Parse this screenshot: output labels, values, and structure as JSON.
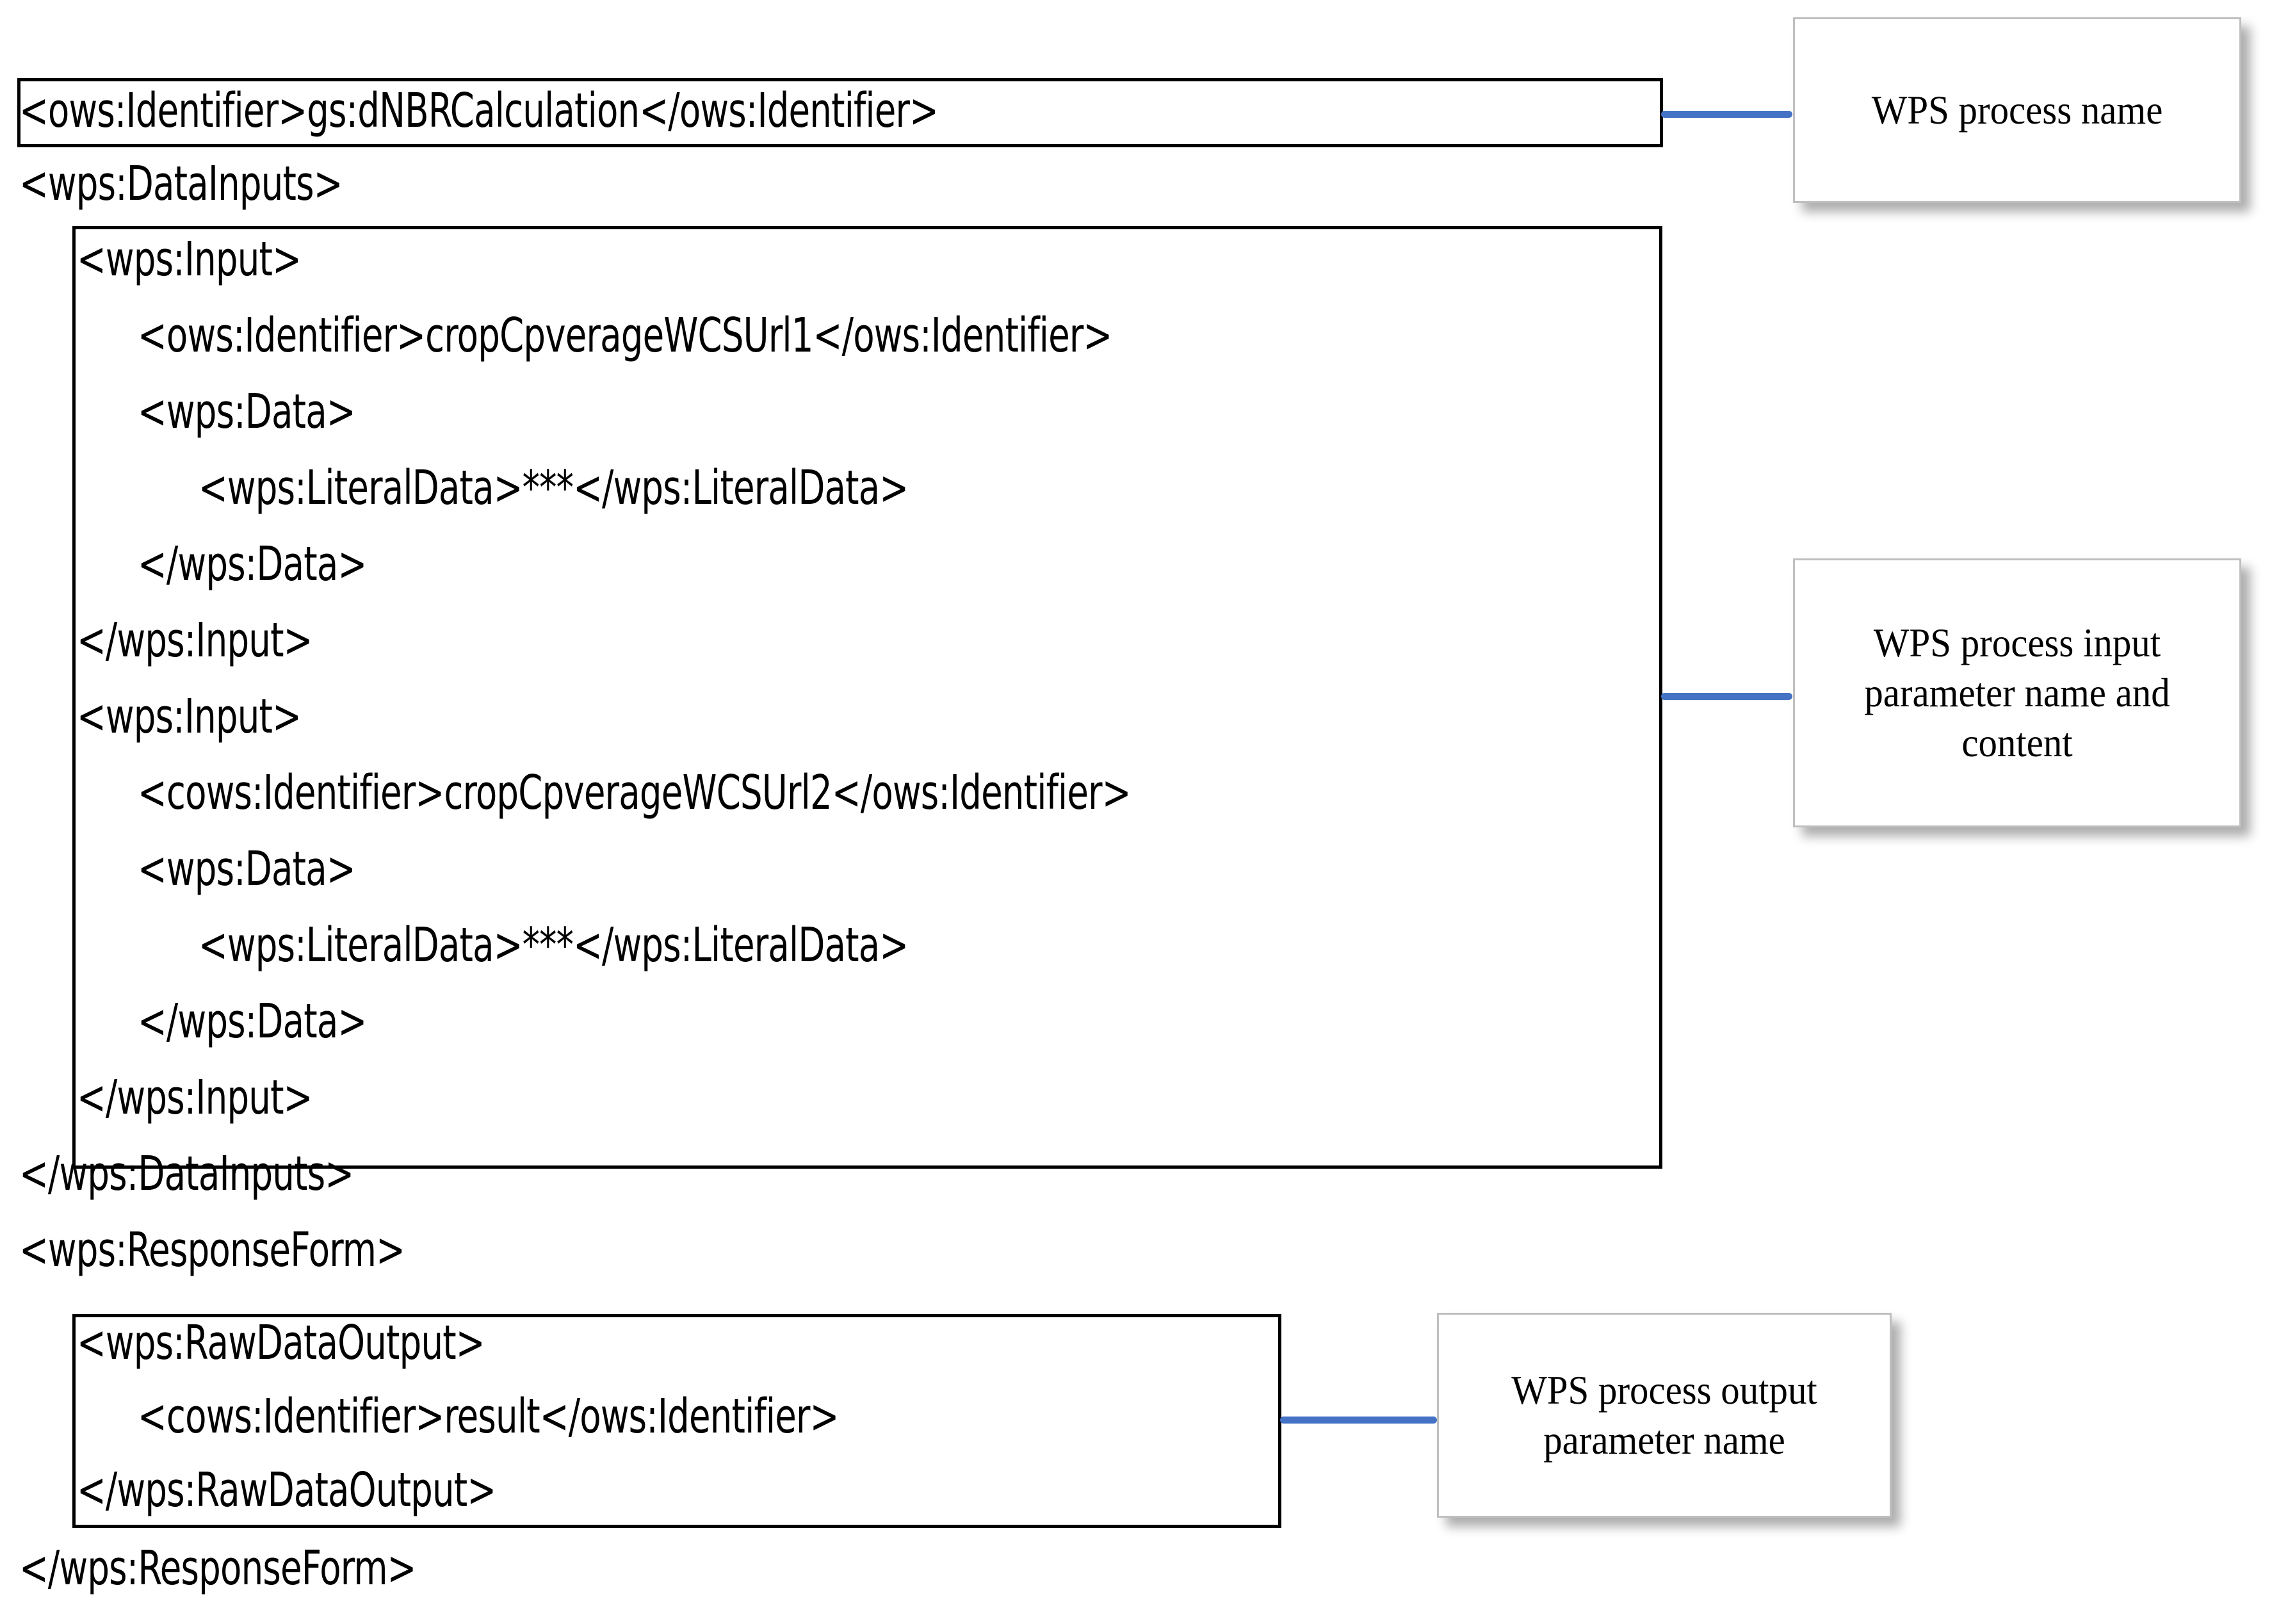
{
  "diagram": {
    "title": "WPS Execute request XML structure",
    "accent_color": "#4472c4",
    "box_border_color": "#000000",
    "callout_border_color": "#bfbfbf",
    "text_color": "#000000",
    "background": "#ffffff"
  },
  "code": {
    "lines": [
      {
        "id": "process-identifier",
        "text": "<ows:Identifier>gs:dNBRCalculation</ows:Identifier>",
        "indent": 0
      },
      {
        "id": "datainputs-open",
        "text": "<wps:DataInputs>",
        "indent": 0
      },
      {
        "id": "input1-open",
        "text": "<wps:Input>",
        "indent": 1
      },
      {
        "id": "input1-identifier",
        "text": "<ows:Identifier>cropCpverageWCSUrl1</ows:Identifier>",
        "indent": 2
      },
      {
        "id": "input1-data-open",
        "text": "<wps:Data>",
        "indent": 2
      },
      {
        "id": "input1-literaldata",
        "text": "<wps:LiteralData>***</wps:LiteralData>",
        "indent": 3
      },
      {
        "id": "input1-data-close",
        "text": "</wps:Data>",
        "indent": 2
      },
      {
        "id": "input1-close",
        "text": "</wps:Input>",
        "indent": 1
      },
      {
        "id": "input2-open",
        "text": "<wps:Input>",
        "indent": 1
      },
      {
        "id": "input2-identifier",
        "text": "<cows:Identifier>cropCpverageWCSUrl2</ows:Identifier>",
        "indent": 2
      },
      {
        "id": "input2-data-open",
        "text": "<wps:Data>",
        "indent": 2
      },
      {
        "id": "input2-literaldata",
        "text": "<wps:LiteralData>***</wps:LiteralData>",
        "indent": 3
      },
      {
        "id": "input2-data-close",
        "text": "</wps:Data>",
        "indent": 2
      },
      {
        "id": "input2-close",
        "text": "</wps:Input>",
        "indent": 1
      },
      {
        "id": "datainputs-close",
        "text": "</wps:DataInputs>",
        "indent": 0
      },
      {
        "id": "responseform-open",
        "text": "<wps:ResponseForm>",
        "indent": 0
      },
      {
        "id": "rawdataoutput-open",
        "text": "<wps:RawDataOutput>",
        "indent": 1
      },
      {
        "id": "rawdataoutput-identifier",
        "text": "<cows:Identifier>result</ows:Identifier>",
        "indent": 2
      },
      {
        "id": "rawdataoutput-close",
        "text": "</wps:RawDataOutput>",
        "indent": 1
      },
      {
        "id": "responseform-close",
        "text": "</wps:ResponseForm>",
        "indent": 0
      }
    ]
  },
  "callouts": [
    {
      "id": "callout-process-name",
      "text": "WPS process name"
    },
    {
      "id": "callout-input-parameter",
      "text": "WPS process input parameter name and content"
    },
    {
      "id": "callout-output-parameter",
      "text": "WPS process output parameter name"
    }
  ]
}
